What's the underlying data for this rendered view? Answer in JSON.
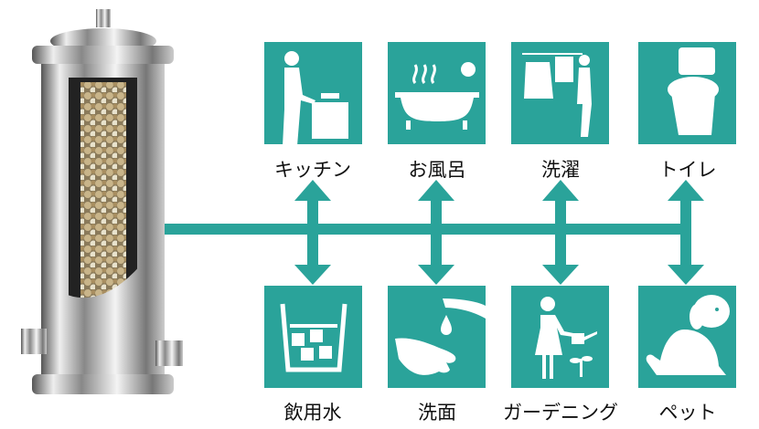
{
  "colors": {
    "accent": "#2aa39a",
    "text": "#111111"
  },
  "product": {
    "icon": "water-filter-tank-icon"
  },
  "top_row": [
    {
      "label": "キッチン",
      "icon": "kitchen-icon"
    },
    {
      "label": "お風呂",
      "icon": "bath-icon"
    },
    {
      "label": "洗濯",
      "icon": "laundry-icon"
    },
    {
      "label": "トイレ",
      "icon": "toilet-icon"
    }
  ],
  "bottom_row": [
    {
      "label": "飲用水",
      "icon": "drinking-water-icon"
    },
    {
      "label": "洗面",
      "icon": "hand-wash-icon"
    },
    {
      "label": "ガーデニング",
      "icon": "gardening-icon"
    },
    {
      "label": "ペット",
      "icon": "pet-icon"
    }
  ]
}
